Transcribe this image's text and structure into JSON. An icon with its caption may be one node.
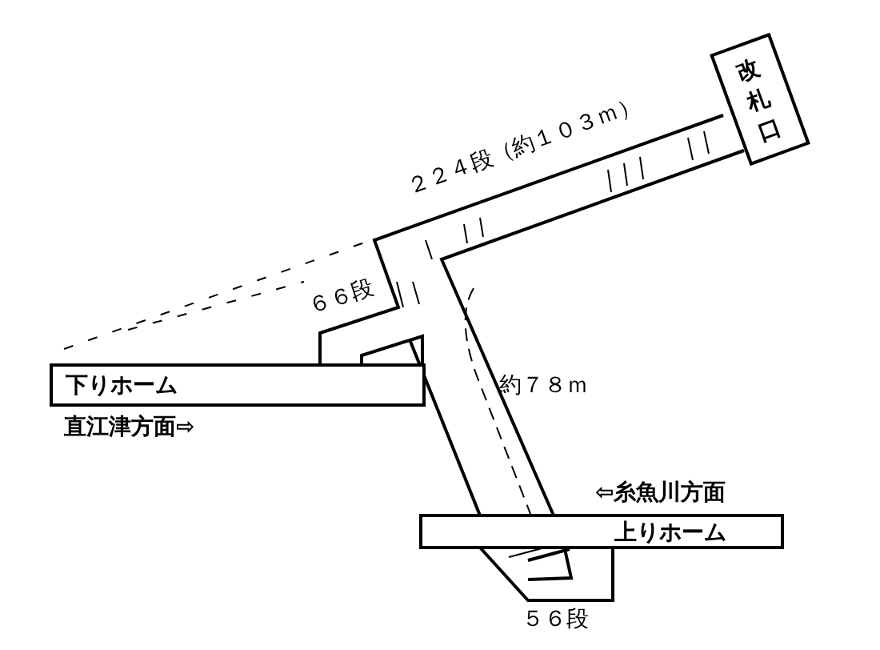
{
  "diagram": {
    "nodes": [
      {
        "text": [
          "下りホーム"
        ],
        "beside": [
          "直江津方面⇨"
        ]
      },
      {
        "text": [
          "上りホーム"
        ],
        "beside": [
          "⇦糸魚川方面"
        ]
      },
      {
        "text": [
          "改札口"
        ]
      }
    ],
    "labels": [
      "２２４段（約１０３ｍ）",
      "６６段",
      "約７８ｍ",
      "５６段"
    ]
  }
}
